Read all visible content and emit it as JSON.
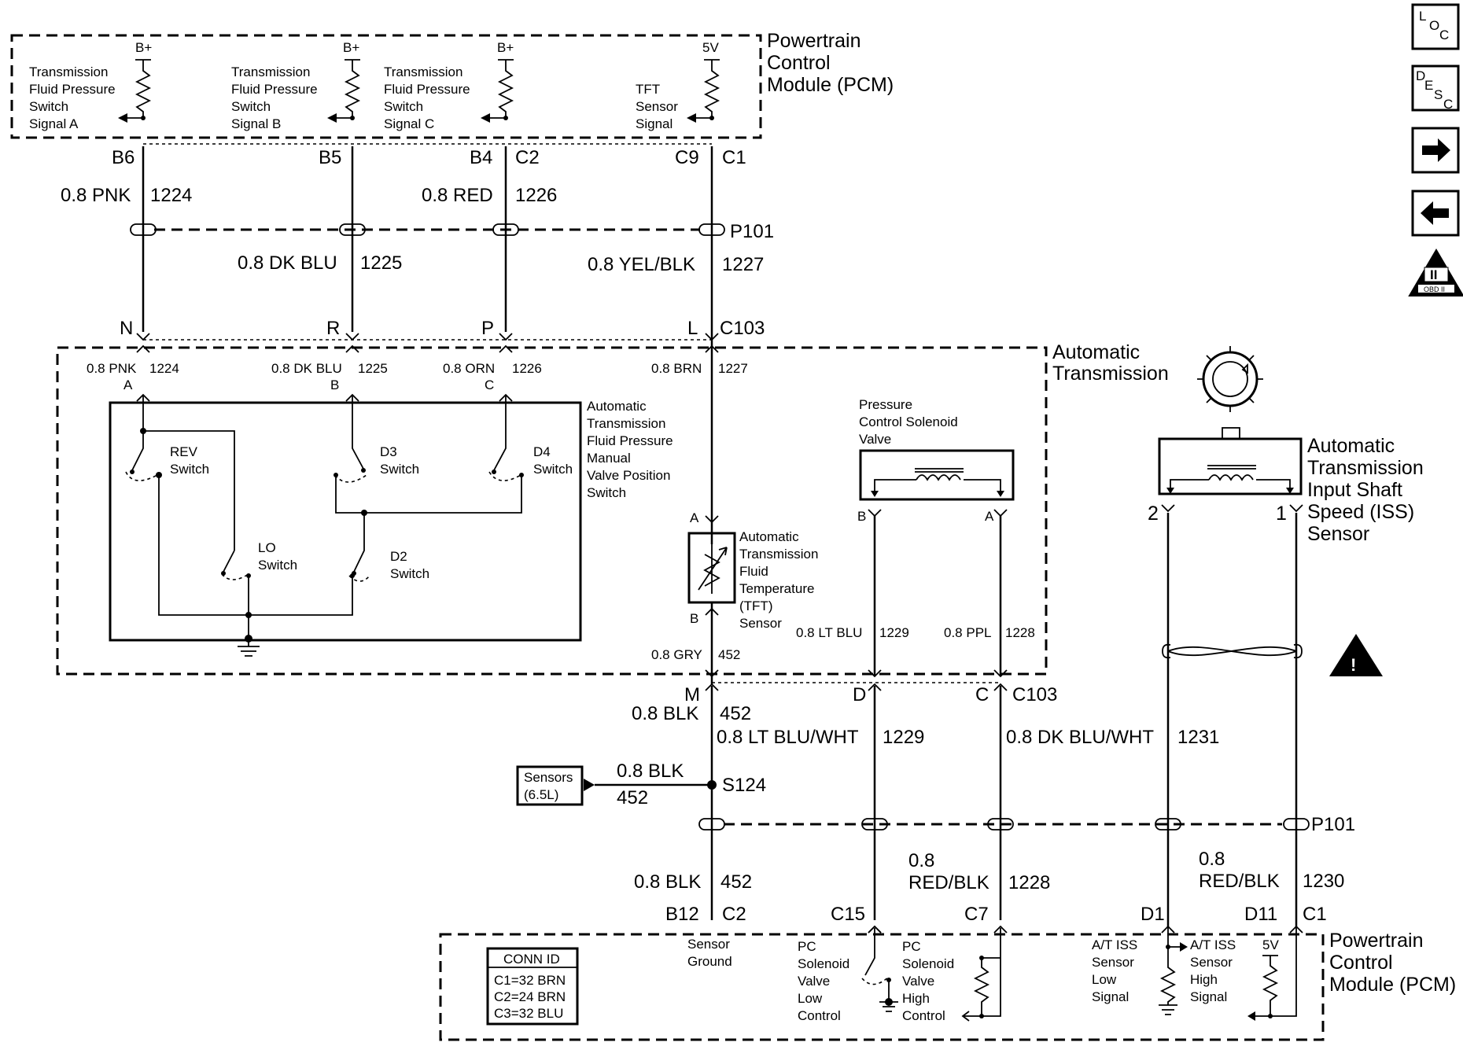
{
  "pcm_top": {
    "title": [
      "Powertrain",
      "Control",
      "Module (PCM)"
    ],
    "circuits": [
      {
        "supply": "B+",
        "label": [
          "Transmission",
          "Fluid Pressure",
          "Switch",
          "Signal A"
        ],
        "pin_a": "B6",
        "pin_b": "",
        "wire": "0.8 PNK",
        "num": "1224"
      },
      {
        "supply": "B+",
        "label": [
          "Transmission",
          "Fluid Pressure",
          "Switch",
          "Signal B"
        ],
        "pin_a": "B5",
        "pin_b": "",
        "wire": "0.8 DK BLU",
        "num": "1225"
      },
      {
        "supply": "B+",
        "label": [
          "Transmission",
          "Fluid Pressure",
          "Switch",
          "Signal C"
        ],
        "pin_a": "B4",
        "pin_b": "C2",
        "wire": "0.8 RED",
        "num": "1226"
      },
      {
        "supply": "5V",
        "label": [
          "TFT",
          "Sensor",
          "Signal"
        ],
        "pin_a": "C9",
        "pin_b": "C1",
        "wire": "0.8 YEL/BLK",
        "num": "1227"
      }
    ]
  },
  "connectors": {
    "p101": "P101",
    "c103": "C103",
    "c103_top_pins": [
      "N",
      "R",
      "P",
      "L"
    ],
    "s124": "S124"
  },
  "transmission": {
    "title": [
      "Automatic",
      "Transmission"
    ],
    "inner_wires": [
      {
        "wire": "0.8 PNK",
        "num": "1224",
        "pin": "A"
      },
      {
        "wire": "0.8 DK BLU",
        "num": "1225",
        "pin": "B"
      },
      {
        "wire": "0.8 ORN",
        "num": "1226",
        "pin": "C"
      },
      {
        "wire": "0.8 BRN",
        "num": "1227",
        "pin": ""
      }
    ],
    "switch_assembly_label": [
      "Automatic",
      "Transmission",
      "Fluid Pressure",
      "Manual",
      "Valve Position",
      "Switch"
    ],
    "switches": {
      "rev": [
        "REV",
        "Switch"
      ],
      "d3": [
        "D3",
        "Switch"
      ],
      "d4": [
        "D4",
        "Switch"
      ],
      "lo": [
        "LO",
        "Switch"
      ],
      "d2": [
        "D2",
        "Switch"
      ]
    },
    "tft_sensor": {
      "label": [
        "Automatic",
        "Transmission",
        "Fluid",
        "Temperature",
        "(TFT)",
        "Sensor"
      ],
      "pin_top": "A",
      "pin_bottom": "B",
      "wire": "0.8 GRY",
      "num": "452"
    },
    "pc_solenoid": {
      "label": [
        "Pressure",
        "Control Solenoid",
        "Valve"
      ],
      "pin_left": "B",
      "pin_right": "A",
      "wire_left": "0.8 LT BLU",
      "num_left": "1229",
      "wire_right": "0.8 PPL",
      "num_right": "1228"
    }
  },
  "iss_sensor": {
    "label": [
      "Automatic",
      "Transmission",
      "Input Shaft",
      "Speed (ISS)",
      "Sensor"
    ],
    "pin_left": "2",
    "pin_right": "1"
  },
  "lower": {
    "c103_pins": [
      "M",
      "D",
      "C"
    ],
    "c103_label": "C103",
    "w452_wire": "0.8 BLK",
    "w452_num": "452",
    "w1229_wire": "0.8 LT BLU/WHT",
    "w1229_num": "1229",
    "w1231_wire": "0.8 DK BLU/WHT",
    "w1231_num": "1231",
    "sensors_box": [
      "Sensors",
      "(6.5L)"
    ],
    "s124_wire": "0.8 BLK",
    "s124_num": "452",
    "p101_label": "P101",
    "bot_452_wire": "0.8 BLK",
    "bot_452_num": "452",
    "bot_1228_wire": [
      "0.8",
      "RED/BLK"
    ],
    "bot_1228_num": "1228",
    "bot_1230_wire": [
      "0.8",
      "RED/BLK"
    ],
    "bot_1230_num": "1230",
    "pcm_pins": [
      "B12",
      "C2",
      "C15",
      "C7",
      "D1",
      "D11",
      "C1"
    ]
  },
  "pcm_bottom": {
    "title": [
      "Powertrain",
      "Control",
      "Module (PCM)"
    ],
    "conn_id": [
      "CONN ID",
      "C1=32 BRN",
      "C2=24 BRN",
      "C3=32 BLU"
    ],
    "sensor_ground": [
      "Sensor",
      "Ground"
    ],
    "pc_low": [
      "PC",
      "Solenoid",
      "Valve",
      "Low",
      "Control"
    ],
    "pc_high": [
      "PC",
      "Solenoid",
      "Valve",
      "High",
      "Control"
    ],
    "iss_low": [
      "A/T ISS",
      "Sensor",
      "Low",
      "Signal"
    ],
    "iss_high": [
      "A/T ISS",
      "Sensor",
      "High",
      "Signal"
    ],
    "supply": "5V"
  },
  "nav": {
    "loc": [
      "L",
      "O",
      "C"
    ],
    "desc": [
      "D",
      "E",
      "S",
      "C"
    ],
    "next": "next-arrow-icon",
    "prev": "prev-arrow-icon",
    "obd": [
      "II",
      "OBD II"
    ]
  }
}
